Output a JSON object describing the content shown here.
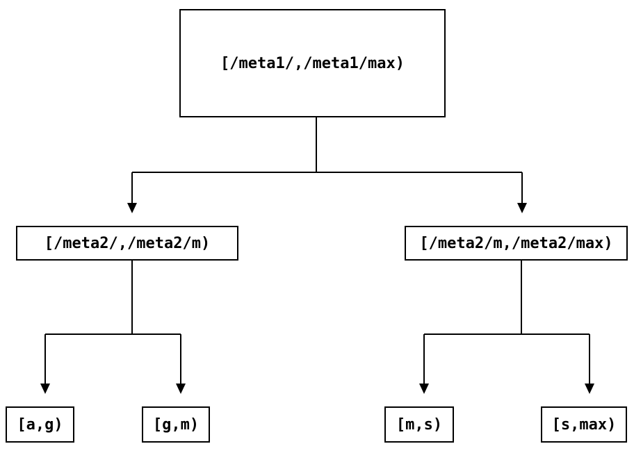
{
  "diagram": {
    "nodes": {
      "root": {
        "label": "[/meta1/,/meta1/max)"
      },
      "left_child": {
        "label": "[/meta2/,/meta2/m)"
      },
      "right_child": {
        "label": "[/meta2/m,/meta2/max)"
      },
      "leaf_ag": {
        "label": "[a,g)"
      },
      "leaf_gm": {
        "label": "[g,m)"
      },
      "leaf_ms": {
        "label": "[m,s)"
      },
      "leaf_smax": {
        "label": "[s,max)"
      }
    },
    "edges": [
      {
        "from": "root",
        "to": "left_child"
      },
      {
        "from": "root",
        "to": "right_child"
      },
      {
        "from": "left_child",
        "to": "leaf_ag"
      },
      {
        "from": "left_child",
        "to": "leaf_gm"
      },
      {
        "from": "right_child",
        "to": "leaf_ms"
      },
      {
        "from": "right_child",
        "to": "leaf_smax"
      }
    ],
    "colors": {
      "line": "#000000",
      "background": "#ffffff",
      "text": "#000000"
    }
  }
}
